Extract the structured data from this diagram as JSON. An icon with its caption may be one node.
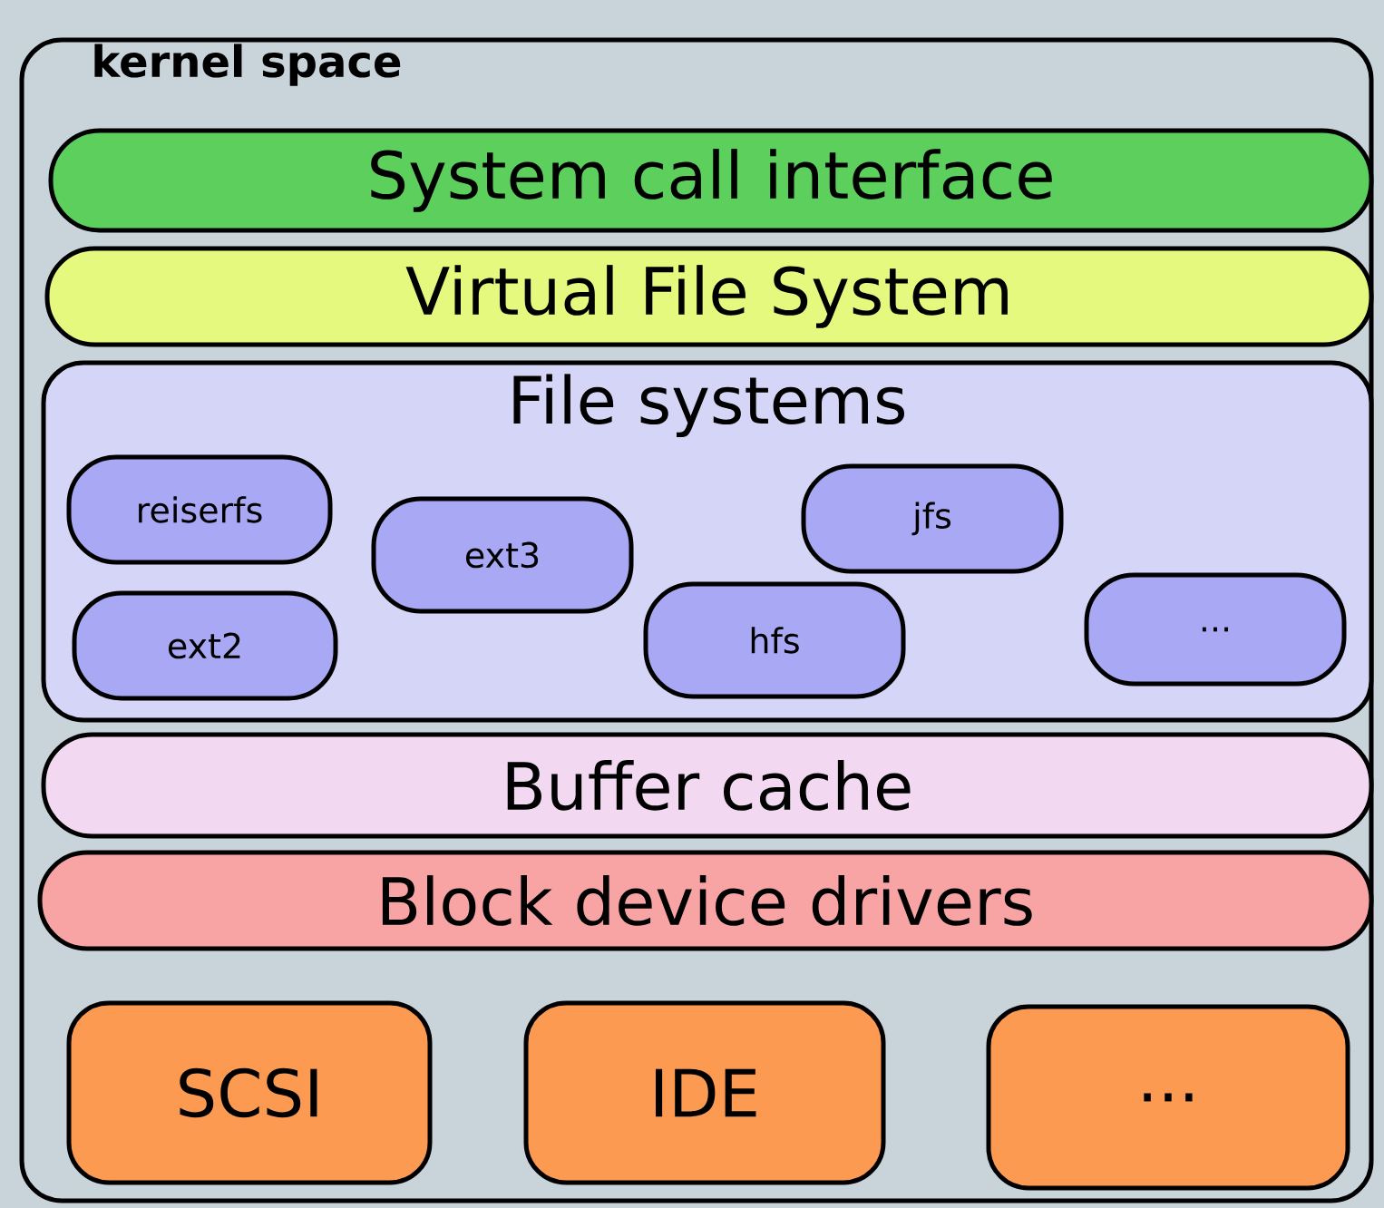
{
  "diagram": {
    "nodes": [
      {
        "text": [
          "kernel space"
        ]
      },
      {
        "text": [
          "System call interface"
        ],
        "in": 0
      },
      {
        "text": [
          "Virtual File System"
        ],
        "in": 0
      },
      {
        "text": [
          "File systems"
        ],
        "in": 0
      },
      {
        "text": [
          "reiserfs"
        ],
        "in": 3
      },
      {
        "text": [
          "ext3"
        ],
        "in": 3
      },
      {
        "text": [
          "jfs"
        ],
        "in": 3
      },
      {
        "text": [
          "ext2"
        ],
        "in": 3
      },
      {
        "text": [
          "hfs"
        ],
        "in": 3
      },
      {
        "text": [
          "..."
        ],
        "in": 3
      },
      {
        "text": [
          "Buffer cache"
        ],
        "in": 0
      },
      {
        "text": [
          "Block device drivers"
        ],
        "in": 0
      },
      {
        "text": [
          "SCSI"
        ],
        "in": 0
      },
      {
        "text": [
          "IDE"
        ],
        "in": 0
      },
      {
        "text": [
          "..."
        ],
        "in": 0
      }
    ]
  }
}
